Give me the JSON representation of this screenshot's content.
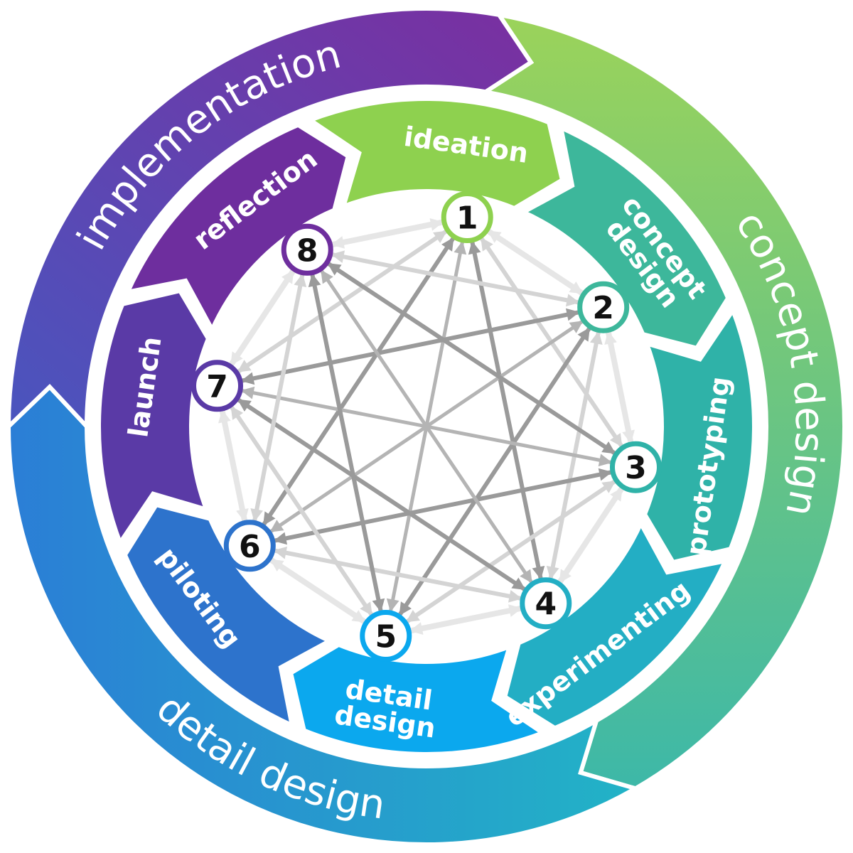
{
  "title": "",
  "outer_phases": [
    {
      "id": "concept",
      "label": "concept design",
      "color_a": "#9BD35A",
      "color_b": "#4FC09A"
    },
    {
      "id": "detail",
      "label": "detail design",
      "color_a": "#19B7D8",
      "color_b": "#0AA7EE"
    },
    {
      "id": "implementation",
      "label": "implementation",
      "color_a": "#5A3FB0",
      "color_b": "#7A2FA0"
    }
  ],
  "stages": [
    {
      "num": "1",
      "label": "ideation",
      "color": "#8ED14F"
    },
    {
      "num": "2",
      "label": "concept design",
      "color": "#3DB79B"
    },
    {
      "num": "3",
      "label": "prototyping",
      "color": "#2FB2A8"
    },
    {
      "num": "4",
      "label": "experimenting",
      "color": "#23AEC4"
    },
    {
      "num": "5",
      "label": "detail design",
      "color": "#0BA8EE"
    },
    {
      "num": "6",
      "label": "piloting",
      "color": "#2D73CC"
    },
    {
      "num": "7",
      "label": "launch",
      "color": "#5A3AA6"
    },
    {
      "num": "8",
      "label": "reflection",
      "color": "#6E2E9E"
    }
  ]
}
